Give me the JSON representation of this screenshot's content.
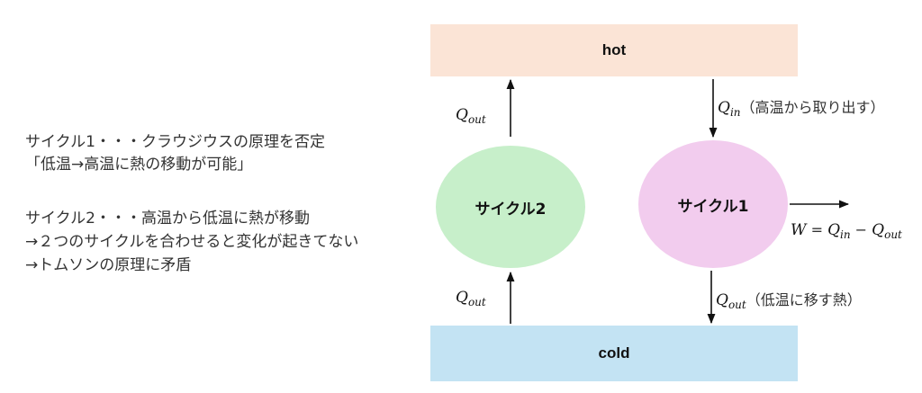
{
  "explanation": {
    "lines": [
      "サイクル1・・・クラウジウスの原理を否定",
      "「低温→高温に熱の移動が可能」",
      "サイクル2・・・高温から低温に熱が移動",
      "→２つのサイクルを合わせると変化が起きてない",
      "→トムソンの原理に矛盾"
    ]
  },
  "reservoirs": {
    "hot": "hot",
    "cold": "cold"
  },
  "cycles": {
    "cycle1": "サイクル1",
    "cycle2": "サイクル2"
  },
  "labels": {
    "q_out_top": {
      "base": "Q",
      "sub": "out"
    },
    "q_out_bottom": {
      "base": "Q",
      "sub": "out"
    },
    "q_in": {
      "base": "Q",
      "sub": "in",
      "note": "（高温から取り出す）"
    },
    "q_out_cold": {
      "base": "Q",
      "sub": "out",
      "note": "（低温に移す熱）"
    },
    "work": {
      "w": "W",
      "eq": " = ",
      "q1": "Q",
      "s1": "in",
      "minus": " − ",
      "q2": "Q",
      "s2": "out"
    }
  },
  "colors": {
    "hot": "#fbe4d6",
    "cold": "#c3e3f3",
    "cycle1": "#f2ccee",
    "cycle2": "#c7efca",
    "arrow": "#111111"
  }
}
